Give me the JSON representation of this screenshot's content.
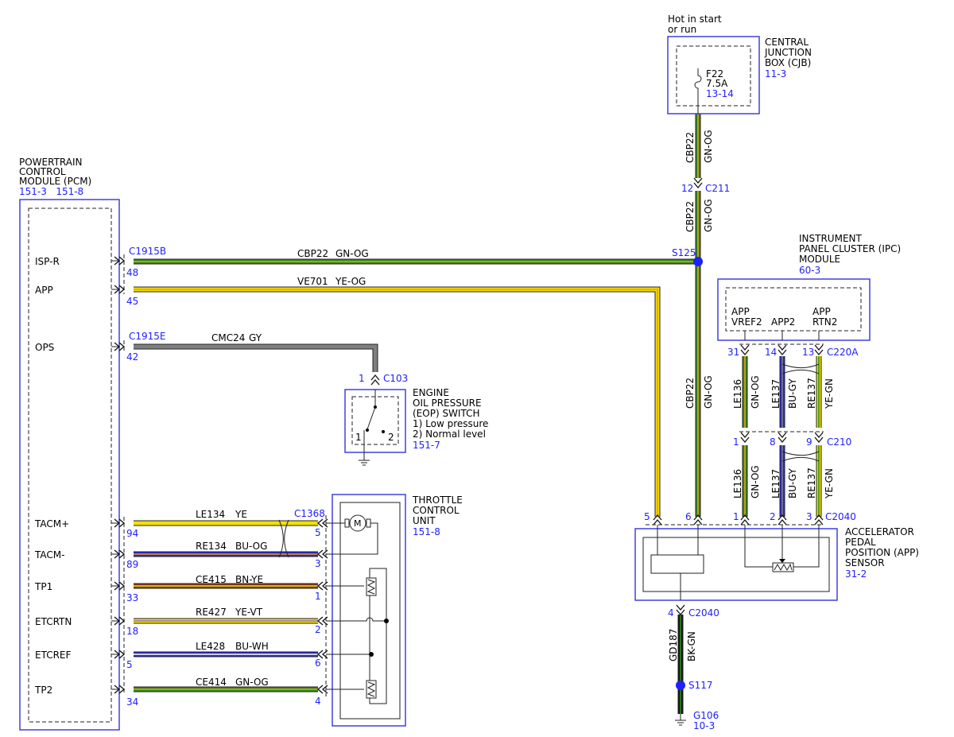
{
  "colors": {
    "GN": "#2e8b1f",
    "OG": "#e89a1e",
    "YE": "#f0e000",
    "GY": "#808080",
    "BU": "#2a2ad8",
    "BN": "#8b3a1a",
    "VT": "#9b6bd0",
    "WH": "#ffffff",
    "BK": "#111111",
    "box": "#3333dd",
    "ref": "#2020ff"
  },
  "pcm": {
    "title_lines": [
      "POWERTRAIN",
      "CONTROL",
      "MODULE (PCM)"
    ],
    "refs": "151-3   151-8",
    "pins": [
      "ISP-R",
      "APP",
      "OPS",
      "TACM+",
      "TACM-",
      "TP1",
      "ETCRTN",
      "ETCREF",
      "TP2"
    ]
  },
  "cjb": {
    "header": [
      "Hot in start",
      "or run"
    ],
    "title_lines": [
      "CENTRAL",
      "JUNCTION",
      "BOX (CJB)"
    ],
    "ref": "11-3",
    "fuse": "F22",
    "fuse_rating": "7.5A",
    "fuse_ref": "13-14"
  },
  "ipc": {
    "title_lines": [
      "INSTRUMENT",
      "PANEL CLUSTER (IPC)",
      "MODULE"
    ],
    "ref": "60-3",
    "pins": [
      "APP",
      "VREF2",
      "APP2",
      "APP",
      "RTN2"
    ]
  },
  "eop": {
    "title_lines": [
      "ENGINE",
      "OIL PRESSURE",
      "(EOP) SWITCH",
      "1) Low pressure",
      "2) Normal level"
    ],
    "ref": "151-7",
    "pos1": "1",
    "pos2": "2"
  },
  "tcu": {
    "title_lines": [
      "THROTTLE",
      "CONTROL",
      "UNIT"
    ],
    "ref": "151-8"
  },
  "app_sensor": {
    "title_lines": [
      "ACCELERATOR",
      "PEDAL",
      "POSITION (APP)",
      "SENSOR"
    ],
    "ref": "31-2"
  },
  "ground": {
    "name": "G106",
    "ref": "10-3"
  },
  "wires": [
    {
      "circuit": "CBP22",
      "color": "GN-OG"
    },
    {
      "circuit": "VE701",
      "color": "YE-OG"
    },
    {
      "circuit": "CMC24",
      "color": "GY"
    },
    {
      "circuit": "LE134",
      "color": "YE"
    },
    {
      "circuit": "RE134",
      "color": "BU-OG"
    },
    {
      "circuit": "CE415",
      "color": "BN-YE"
    },
    {
      "circuit": "RE427",
      "color": "YE-VT"
    },
    {
      "circuit": "LE428",
      "color": "BU-WH"
    },
    {
      "circuit": "CE414",
      "color": "GN-OG"
    },
    {
      "circuit": "LE136",
      "color": "GN-OG"
    },
    {
      "circuit": "LE137",
      "color": "BU-GY"
    },
    {
      "circuit": "RE137",
      "color": "YE-GN"
    },
    {
      "circuit": "GD187",
      "color": "BK-GN"
    }
  ],
  "connectors": {
    "c1915b": "C1915B",
    "c1915e": "C1915E",
    "c103": "C103",
    "c1368": "C1368",
    "c211": "C211",
    "c220a": "C220A",
    "c210": "C210",
    "c2040": "C2040",
    "c2040b": "C2040",
    "c2040c": "C2040"
  },
  "splices": {
    "s125": "S125",
    "s117": "S117"
  },
  "pin_numbers": {
    "pcm": [
      "48",
      "45",
      "42",
      "94",
      "89",
      "33",
      "18",
      "5",
      "34"
    ],
    "c103": "1",
    "tcu": [
      "5",
      "3",
      "1",
      "2",
      "6",
      "4"
    ],
    "c211": "12",
    "ipc": [
      "31",
      "14",
      "13"
    ],
    "c210": [
      "1",
      "8",
      "9"
    ],
    "app": [
      "5",
      "6",
      "1",
      "2",
      "3"
    ],
    "c2040b": "4"
  }
}
